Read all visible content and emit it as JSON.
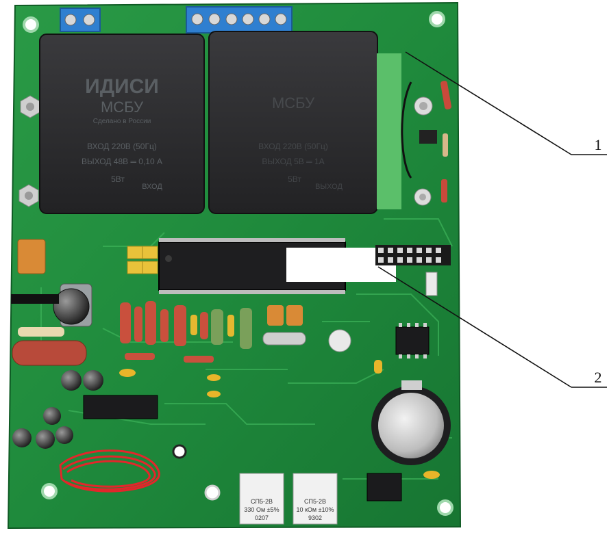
{
  "photo": {
    "module_left": {
      "brand": "ИДИСИ",
      "model": "МСБУ",
      "tagline": "Сделано в России",
      "line1": "ВХОД 220В (50Гц)",
      "line2": "ВЫХОД 48В ═ 0,10 А",
      "power": "5Вт",
      "mark": "ВХОД"
    },
    "module_right": {
      "model": "МСБУ",
      "line1": "ВХОД 220В (50Гц)",
      "line2": "ВЫХОД 5В ═ 1А",
      "power": "5Вт",
      "mark": "ВЫХОД"
    },
    "pot_left": {
      "type": "СП5-2В",
      "value": "330 Ом ±5%",
      "code": "0207"
    },
    "pot_right": {
      "type": "СП5-2В",
      "value": "10 кОм ±10%",
      "code": "9302"
    }
  },
  "callouts": [
    {
      "id": "1",
      "text": "1"
    },
    {
      "id": "2",
      "text": "2"
    }
  ],
  "colors": {
    "pcb": "#1f8a3c",
    "pcb_dark": "#156a2c",
    "module": "#2a2a2c",
    "terminal": "#2f7fd0"
  }
}
